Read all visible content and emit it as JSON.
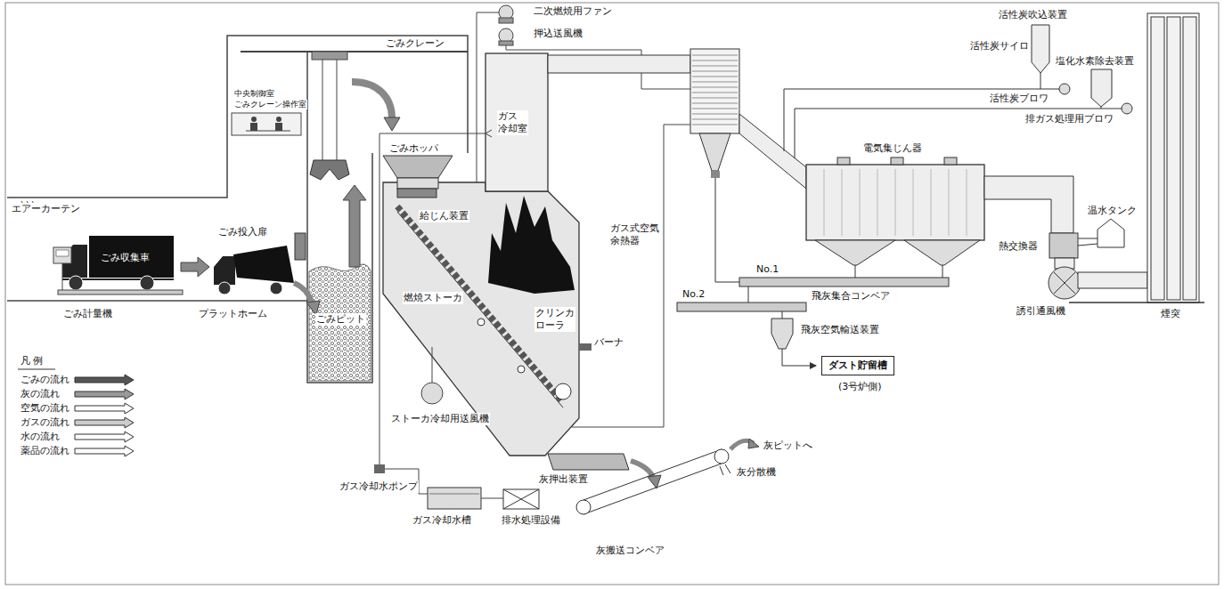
{
  "diagram": {
    "nodes": [
      {
        "text": [
          "ダスト貯留槽"
        ]
      }
    ],
    "labels": [
      "二次燃焼用ファン",
      "押込送風機",
      "ごみクレーン",
      "中央制御室",
      "ごみクレーン操作室",
      "エアーカーテン",
      "ごみ収集車",
      "ごみ投入扉",
      "ごみ計量機",
      "プラットホーム",
      "ごみピット",
      "ごみホッパ",
      "ガス 冷却室",
      "給じん装置",
      "燃焼ストーカ",
      "クリンカ ローラ",
      "バーナ",
      "ストーカ冷却用送風機",
      "ガス冷却水ポンプ",
      "ガス冷却水槽",
      "排水処理設備",
      "灰押出装置",
      "灰搬送コンベア",
      "灰分散機",
      "灰ピットへ",
      "ガス式空気 余熱器",
      "No.1",
      "飛灰集合コンベア",
      "No.2",
      "飛灰空気輸送装置",
      "(3号炉側)",
      "電気集じん器",
      "活性炭吹込装置",
      "活性炭サイロ",
      "塩化水素除去装置",
      "活性炭ブロワ",
      "排ガス処理用ブロワ",
      "温水タンク",
      "熱交換器",
      "誘引通風機",
      "煙突",
      "凡 例"
    ],
    "legend": [
      {
        "text": "ごみの流れ"
      },
      {
        "text": "灰の流れ"
      },
      {
        "text": "空気の流れ"
      },
      {
        "text": "ガスの流れ"
      },
      {
        "text": "水の流れ"
      },
      {
        "text": "薬品の流れ"
      }
    ]
  }
}
